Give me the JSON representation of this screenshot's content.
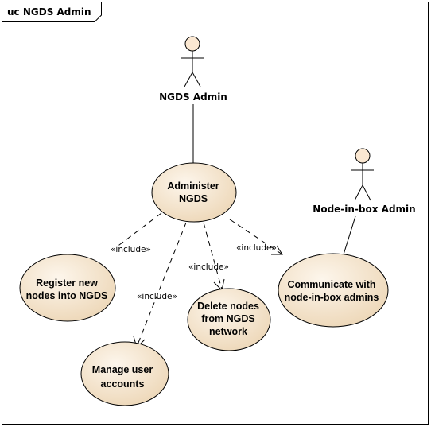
{
  "diagram": {
    "title": "uc NGDS Admin",
    "colors": {
      "usecase_fill_light": "#fdf6ec",
      "usecase_fill_dark": "#ecd5b4",
      "actor_head": "#fbe8d2",
      "stroke": "#000000"
    },
    "actors": [
      {
        "label": "NGDS Admin"
      },
      {
        "label": "Node-in-box Admin"
      }
    ],
    "usecases": {
      "administer": [
        "Administer",
        "NGDS"
      ],
      "register": [
        "Register new",
        "nodes into NGDS"
      ],
      "manage": [
        "Manage user",
        "accounts"
      ],
      "delete": [
        "Delete nodes",
        "from NGDS",
        "network"
      ],
      "communicate": [
        "Communicate with",
        "node-in-box admins"
      ]
    },
    "include_label": "«include»"
  }
}
